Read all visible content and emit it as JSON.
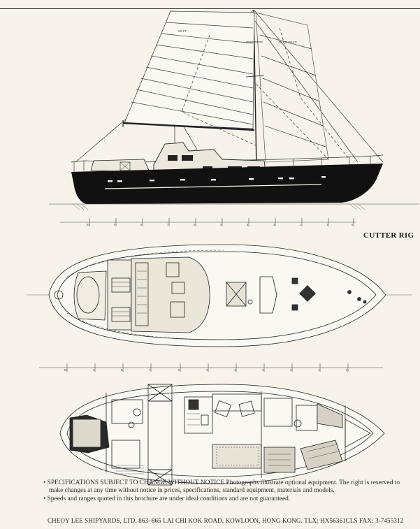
{
  "rig_label": "CUTTER RIG",
  "sail_labels": {
    "mainsail": "686 FT²",
    "headsail": "195 FT² 468 FT²"
  },
  "station_labels": {
    "profile": [
      "10",
      "9",
      "8",
      "7",
      "6",
      "5",
      "4",
      "3",
      "2",
      "1",
      "0"
    ],
    "deck": [
      "10",
      "9",
      "8",
      "7",
      "6",
      "5",
      "4",
      "3",
      "2",
      "1",
      "0"
    ]
  },
  "notes": [
    "• SPECIFICATIONS SUBJECT TO CHANGE WITHOUT NOTICE Photographs illustrate optional equipment.  The right is reserved to make changes at any time without notice in prices, specifications, standard equipment, materials and models.",
    "• Speeds and ranges quoted in this brochure are under ideal conditions and are not guaranteed."
  ],
  "footer": "CHEOY LEE SHIPYARDS, LTD. 863–865 LAI CHI KOK ROAD, KOWLOON, HONG KONG.  TLX: HX56361CLS  FAX: 3-7455312",
  "colors": {
    "paper": "#f7f3ea",
    "ink": "#1f1f1f",
    "hull": "#111111"
  }
}
